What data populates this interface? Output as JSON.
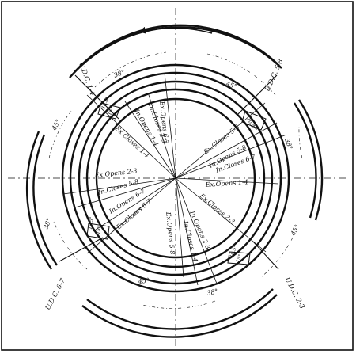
{
  "colors": {
    "ink": "#111111",
    "paper": "#ffffff"
  },
  "diagram": {
    "rotation_arrow": "counterclockwise",
    "udc_labels": [
      "U.D.C. 1-4",
      "U.D.C. 5-8",
      "U.D.C. 6-7",
      "U.D.C. 2-3"
    ],
    "angle_labels": [
      "38°",
      "45°",
      "45°",
      "38°",
      "45°",
      "38°",
      "45°",
      "38°",
      "10.5°",
      "15°",
      "10.5°",
      "15°",
      "10.5°",
      "15°",
      "10.5°",
      "15°"
    ],
    "event_labels": [
      "Ex.Opens 6-7",
      "In.Closes 2-3",
      "In.Opens 1-4",
      "Ex.Closes 1-4",
      "Ex.Closes 5-8",
      "In.Opens 5-8",
      "In.Closes 6-7",
      "Ex.Opens 2-3",
      "In.Closes 5-8",
      "Ex.Opens 1-4",
      "In.Opens 6-7",
      "Ex.Closes 6-7",
      "Ex.Closes 2-3",
      "In.Opens 2-3",
      "In.Closes 1-4",
      "Ex.Opens 5-8"
    ]
  }
}
